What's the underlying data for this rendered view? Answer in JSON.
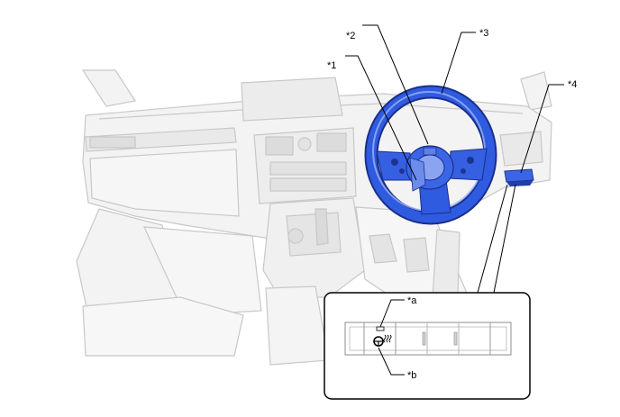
{
  "callouts": {
    "c1": "*1",
    "c2": "*2",
    "c3": "*3",
    "c4": "*4",
    "ca": "*a",
    "cb": "*b"
  },
  "colors": {
    "outline": "#c4c4c4",
    "fill": "#f2f2f2",
    "wheel": "#2a4fd6",
    "wheel_dark": "#1a2f8a",
    "wheel_light": "#7f9bf0",
    "leader": "#000000"
  }
}
